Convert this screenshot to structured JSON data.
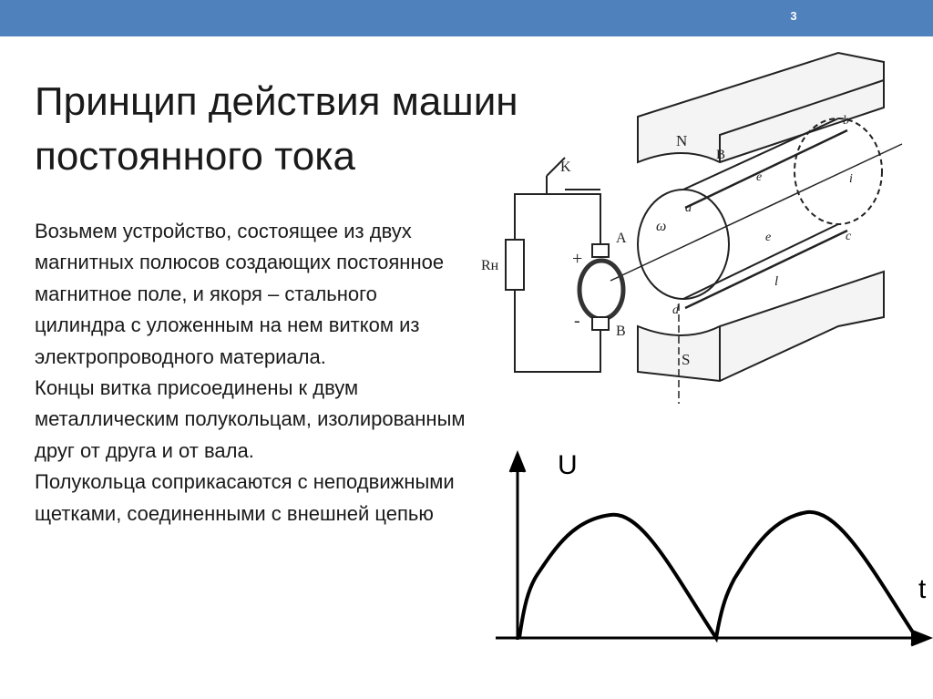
{
  "slide": {
    "number": "3"
  },
  "title": {
    "line1": "Принцип действия машин",
    "line2": "постоянного тока"
  },
  "body": {
    "paragraphs": [
      "Возьмем устройство, состоящее из двух магнитных полюсов создающих постоянное магнитное поле, и якоря – стального цилиндра с уложенным на нем витком из электропроводного материала.",
      "Концы витка присоединены к двум металлическим полукольцам, изолированным друг от друга и от вала.",
      "Полукольца соприкасаются с неподвижными щетками, соединенными с внешней цепью"
    ]
  },
  "diagram": {
    "labels": {
      "switch": "K",
      "load": "Rн",
      "brush_a": "A",
      "brush_b": "B",
      "plus": "+",
      "minus": "-",
      "pole_north": "N",
      "pole_south": "S",
      "field": "B",
      "omega": "ω",
      "point_a": "a",
      "point_b": "b",
      "point_c": "c",
      "point_d": "d",
      "emf_top": "e",
      "emf_mid": "e",
      "current": "i",
      "length": "l"
    }
  },
  "graph": {
    "y_label": "U",
    "x_label": "t"
  },
  "colors": {
    "header": "#4f81bd",
    "text": "#1a1a1a"
  }
}
